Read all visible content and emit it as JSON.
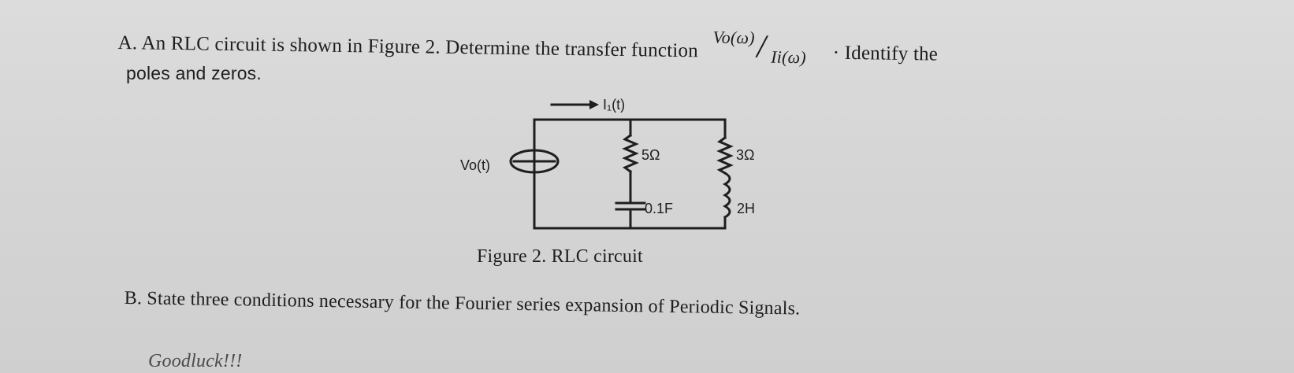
{
  "question_a": {
    "prefix": "A. An RLC circuit is shown in Figure 2. Determine the transfer function",
    "fraction_numerator": "Vo(ω)",
    "fraction_denominator": "Ii(ω)",
    "suffix": "· Identify the",
    "line2": "poles and zeros."
  },
  "circuit": {
    "current_label": "I₁(t)",
    "source_label": "Vo(t)",
    "r1_label": "5Ω",
    "c_label": "0.1F",
    "r2_label": "3Ω",
    "l_label": "2H"
  },
  "figure_caption": "Figure 2. RLC circuit",
  "question_b": "B. State three conditions necessary for the Fourier series expansion of Periodic Signals.",
  "footer": "Goodluck!!!"
}
